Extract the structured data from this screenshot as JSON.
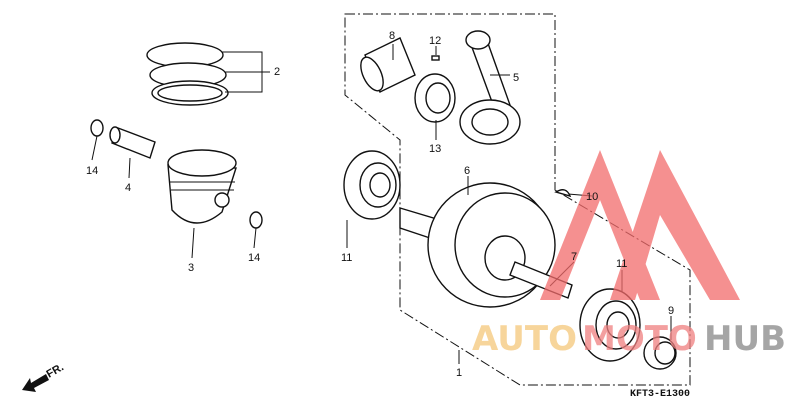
{
  "diagram": {
    "part_labels": [
      "1",
      "2",
      "3",
      "4",
      "5",
      "6",
      "7",
      "8",
      "9",
      "10",
      "11",
      "11",
      "12",
      "13",
      "14",
      "14"
    ],
    "diagram_code": "KFT3-E1300",
    "direction_label": "FR."
  },
  "watermark": {
    "parts": [
      "AUTO",
      "MOTO",
      "HUB"
    ],
    "colors": {
      "auto": "#f5c77a",
      "moto": "#f08080",
      "hub": "#888888",
      "triangle": "#f26b6b"
    }
  }
}
